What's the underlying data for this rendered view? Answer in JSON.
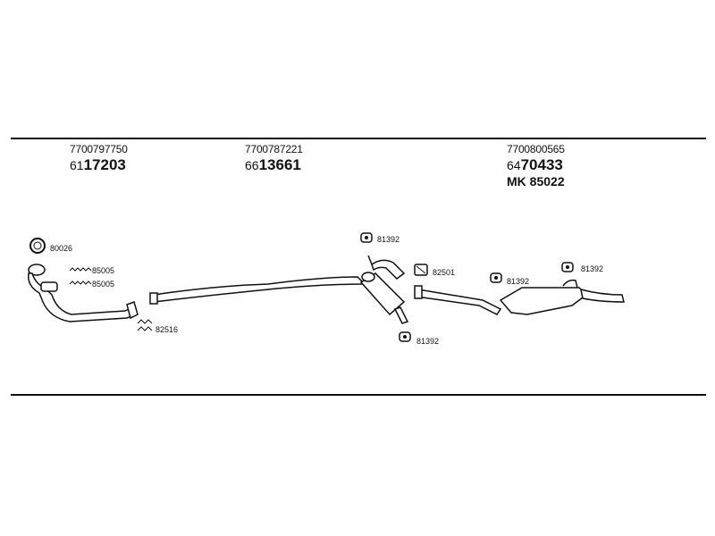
{
  "sections": [
    {
      "part_number": "7700797750",
      "code_prefix": "61",
      "code_main": "17203"
    },
    {
      "part_number": "7700787221",
      "code_prefix": "66",
      "code_main": "13661"
    },
    {
      "part_number": "7700800565",
      "code_prefix": "64",
      "code_main": "70433",
      "kit_prefix": "MK",
      "kit_code": "85022"
    }
  ],
  "labels": {
    "gasket_ring": "80026",
    "bolt_1": "85005",
    "bolt_2": "85005",
    "clamp_front": "82516",
    "hanger_center_top": "81392",
    "clamp_center": "82501",
    "hanger_center_bottom": "81392",
    "hanger_rear_left": "81392",
    "hanger_rear_right": "81392"
  }
}
